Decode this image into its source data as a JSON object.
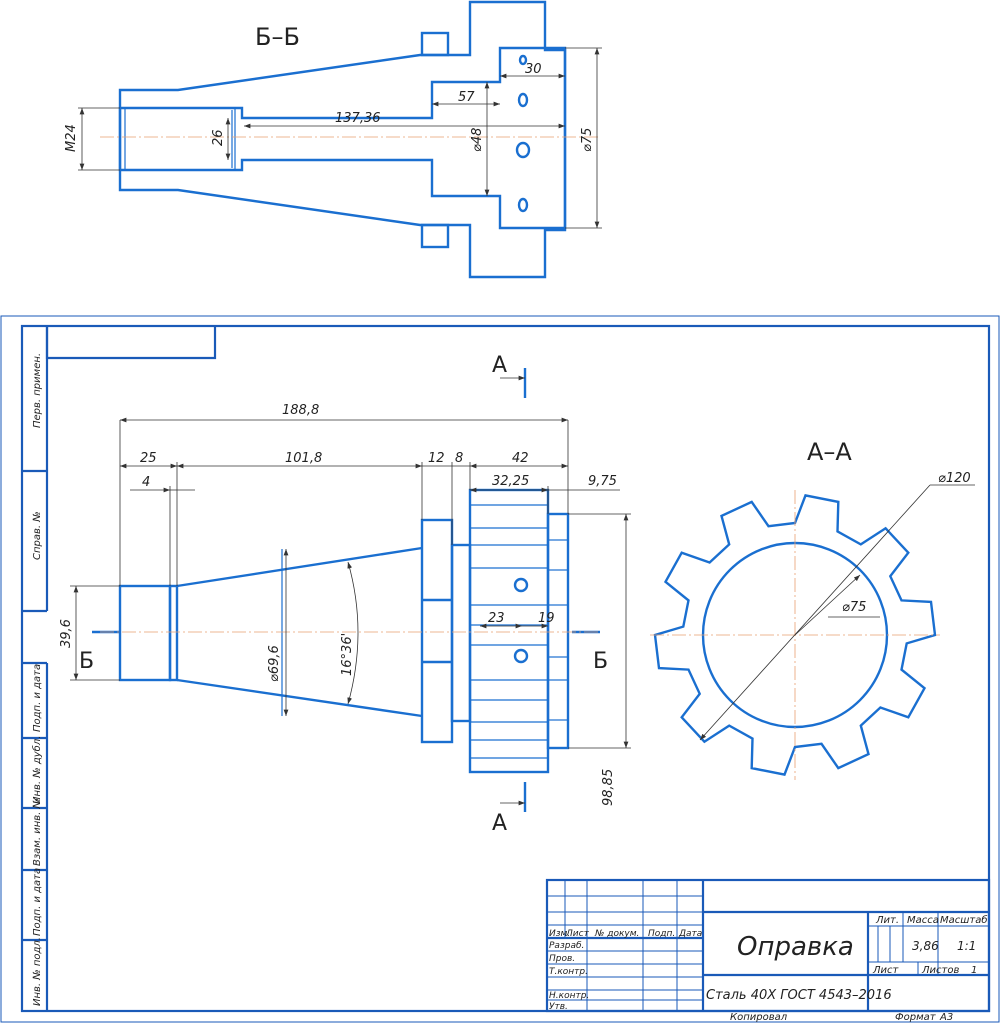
{
  "sections": {
    "bb_title": "Б–Б",
    "aa_title": "А–А",
    "cut_a": "А",
    "cut_b": "Б"
  },
  "dimensions": {
    "bb_m24": "M24",
    "bb_26": "26",
    "bb_137": "137,36",
    "bb_57": "57",
    "bb_30": "30",
    "bb_d48": "⌀48",
    "bb_d75": "⌀75",
    "main_188": "188,8",
    "main_25": "25",
    "main_101": "101,8",
    "main_12": "12",
    "main_8": "8",
    "main_42": "42",
    "main_4": "4",
    "main_32": "32,25",
    "main_975": "9,75",
    "main_396": "39,6",
    "main_d696": "⌀69,6",
    "main_angle": "16°36'",
    "main_23": "23",
    "main_19": "19",
    "main_9885": "98,85",
    "aa_d120": "⌀120",
    "aa_d75": "⌀75"
  },
  "side_strip": {
    "perv_primen": "Перв. примен.",
    "sprav_no": "Справ. №",
    "podp_data_1": "Подп. и дата",
    "inv_dubl": "Инв. № дубл.",
    "vzam_inv": "Взам. инв. №",
    "podp_data_2": "Подп. и дата",
    "inv_podl": "Инв. № подл."
  },
  "title_block": {
    "hdr_izm": "Изм.",
    "hdr_list": "Лист",
    "hdr_doc": "№ докум.",
    "hdr_podp": "Подп.",
    "hdr_data": "Дата",
    "razrab": "Разраб.",
    "prov": "Пров.",
    "tkontr": "Т.контр.",
    "nkontr": "Н.контр.",
    "utv": "Утв.",
    "name": "Оправка",
    "material": "Сталь 40Х  ГОСТ 4543–2016",
    "lit_label": "Лит.",
    "massa_label": "Масса",
    "masshtab_label": "Масштаб",
    "massa": "3,86",
    "masshtab": "1:1",
    "list_label": "Лист",
    "listov_label": "Листов",
    "listov": "1",
    "kopiroval": "Копировал",
    "format_label": "Формат",
    "format": "А3"
  }
}
